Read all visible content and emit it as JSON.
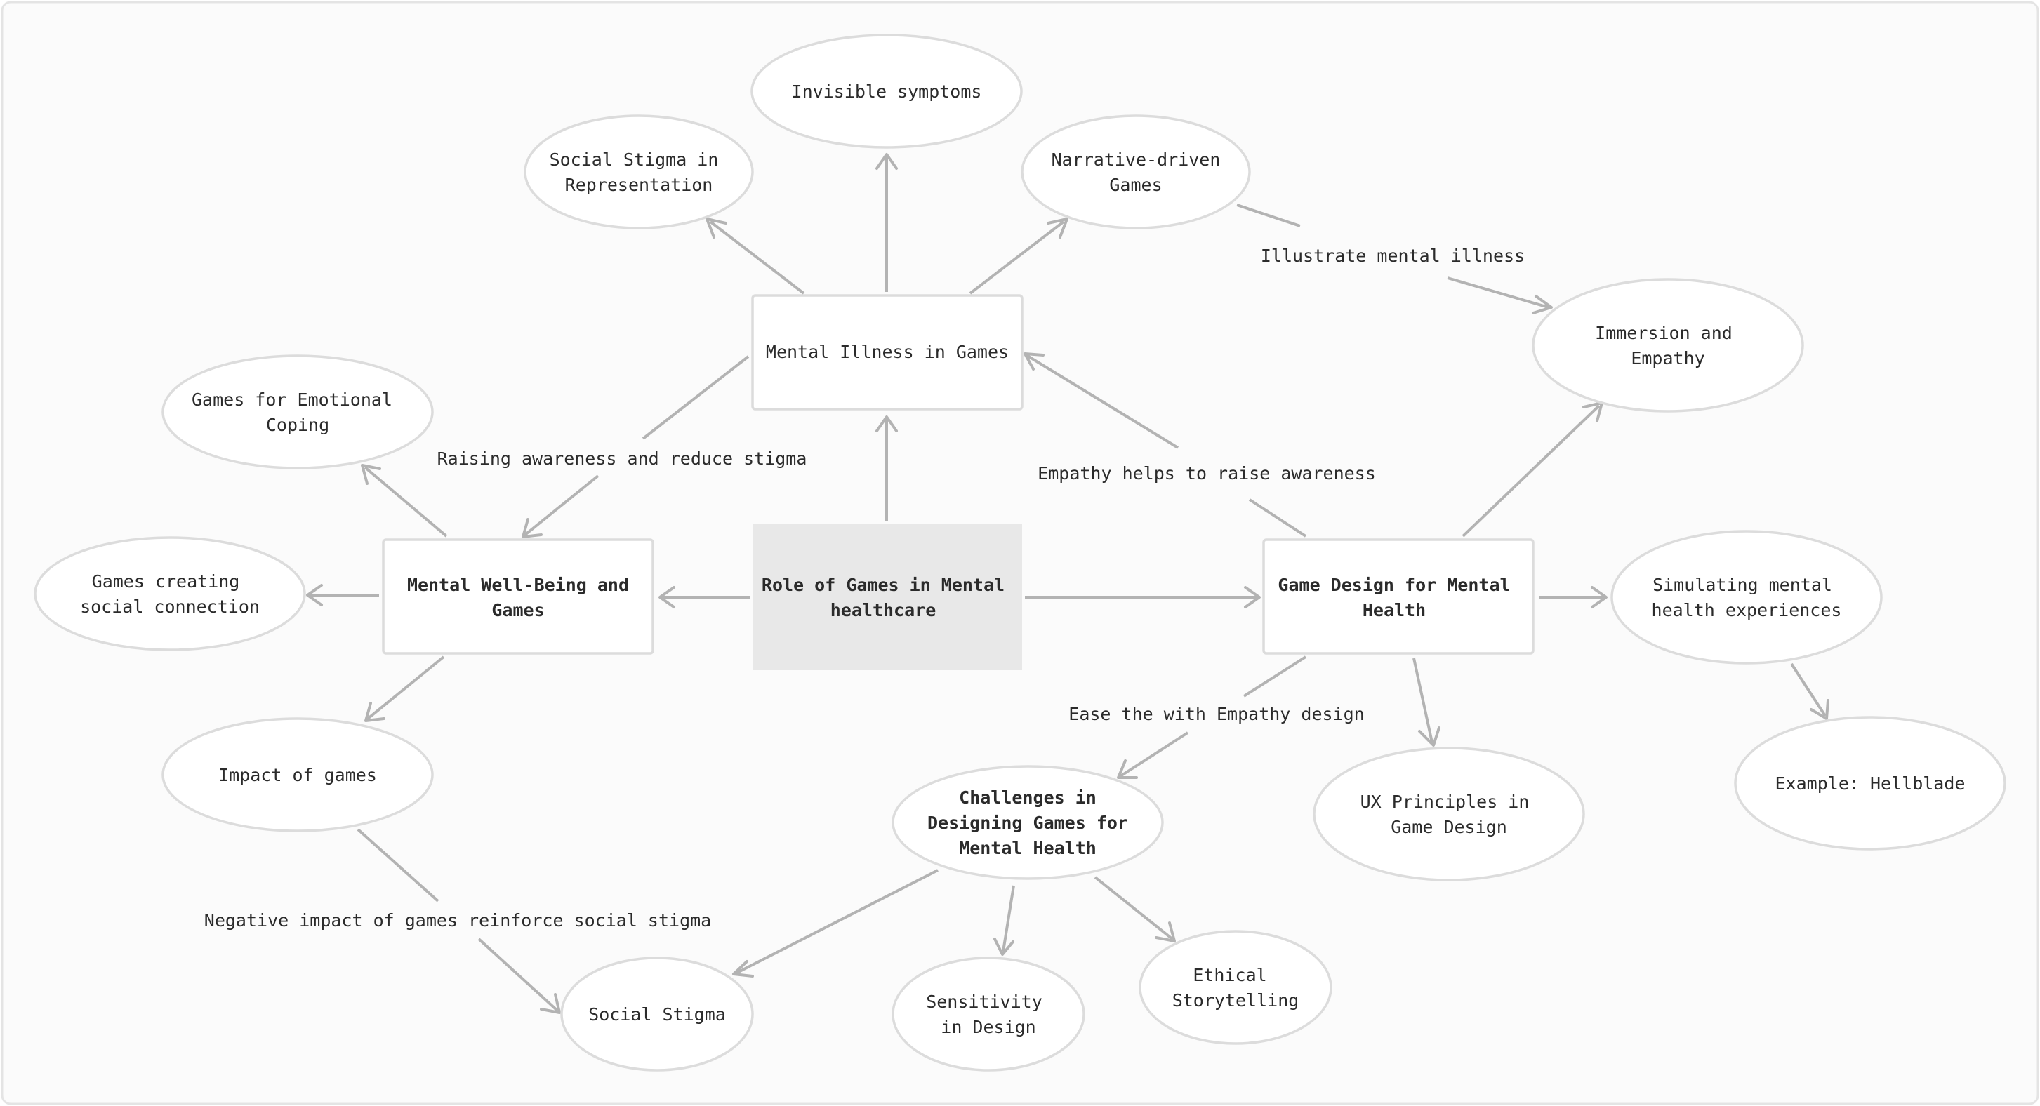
{
  "nodes": {
    "center": {
      "lines": [
        "Role of Games in Mental",
        "healthcare"
      ]
    },
    "mental_illness": {
      "lines": [
        "Mental Illness in Games"
      ]
    },
    "wellbeing": {
      "lines": [
        "Mental Well-Being and",
        "Games"
      ]
    },
    "game_design": {
      "lines": [
        "Game Design for Mental",
        "Health"
      ]
    },
    "social_stigma_repr": {
      "lines": [
        "Social Stigma in",
        "Representation"
      ]
    },
    "invisible": {
      "lines": [
        "Invisible symptoms"
      ]
    },
    "narrative": {
      "lines": [
        "Narrative-driven",
        "Games"
      ]
    },
    "emotional_coping": {
      "lines": [
        "Games for Emotional",
        "Coping"
      ]
    },
    "social_connection": {
      "lines": [
        "Games creating",
        "social connection"
      ]
    },
    "impact": {
      "lines": [
        "Impact of games"
      ]
    },
    "social_stigma": {
      "lines": [
        "Social Stigma"
      ]
    },
    "immersion": {
      "lines": [
        "Immersion and",
        "Empathy"
      ]
    },
    "simulating": {
      "lines": [
        "Simulating mental",
        "health experiences"
      ]
    },
    "hellblade": {
      "lines": [
        "Example: Hellblade"
      ]
    },
    "ux": {
      "lines": [
        "UX Principles in",
        "Game Design"
      ]
    },
    "challenges": {
      "lines": [
        "Challenges in",
        "Designing Games for",
        "Mental Health"
      ]
    },
    "sensitivity": {
      "lines": [
        "Sensitivity",
        "in Design"
      ]
    },
    "ethical": {
      "lines": [
        "Ethical",
        "Storytelling"
      ]
    }
  },
  "edge_labels": {
    "raising": "Raising awareness and reduce stigma",
    "empathy_helps": "Empathy helps to raise awareness",
    "illustrate": "Illustrate mental illness",
    "ease": "Ease the with Empathy design",
    "negative": "Negative impact of games reinforce social stigma"
  },
  "colors": {
    "edge": "#b3b3b3",
    "node_border": "#dcdcdc",
    "center_fill": "#e8e8e8",
    "text": "#2b2b2b"
  }
}
